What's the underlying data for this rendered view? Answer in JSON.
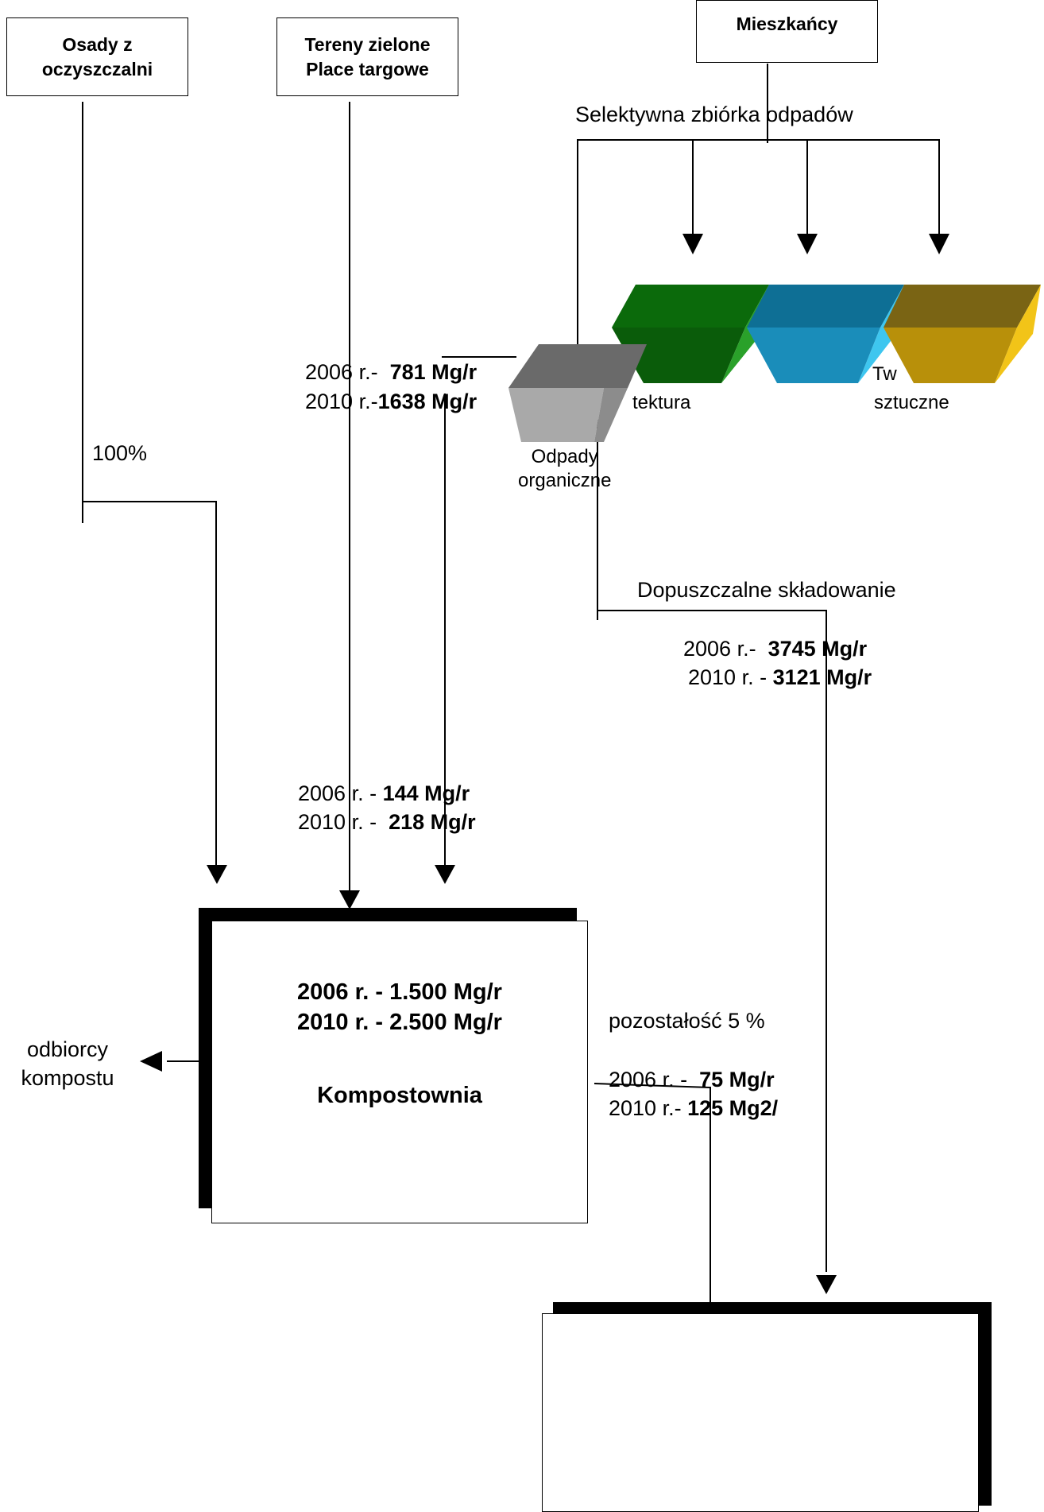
{
  "sources": {
    "osady": "Osady z\noczyszczalni",
    "tereny": "Tereny zielone\nPlace targowe",
    "mieszkancy": "Mieszkańcy"
  },
  "selective_collection": "Selektywna zbiórka odpadów",
  "bins": {
    "organic_label": "Odpady\norganiczne",
    "paper_label": "tektura",
    "plastic_top_label": "Tw",
    "plastic_label": "sztuczne",
    "colors": {
      "organic": "#8f8f8f",
      "paper": "#1e7a1e",
      "glass": "#1e8fb5",
      "plastic": "#b8900a"
    }
  },
  "percent_100": "100%",
  "organic_flow": {
    "y2006_prefix": "2006 r.-  ",
    "y2006_value": "781 Mg/r",
    "y2010_prefix": "2010 r.-",
    "y2010_value": "1638 Mg/r"
  },
  "green_flow": {
    "y2006_prefix": "2006 r. - ",
    "y2006_value": "144 Mg/r",
    "y2010_prefix": "2010 r. -  ",
    "y2010_value": "218 Mg/r"
  },
  "landfill_label": "Dopuszczalne składowanie",
  "landfill_flow": {
    "y2006_prefix": "2006 r.-  ",
    "y2006_value": "3745 Mg/r",
    "y2010_prefix": "2010 r. - ",
    "y2010_value": "3121 Mg/r"
  },
  "composting": {
    "line1": "2006 r. - 1.500 Mg/r",
    "line2": "2010 r. -  2.500 Mg/r",
    "name": "Kompostownia"
  },
  "compost_receivers": "odbiorcy\nkompostu",
  "residue": {
    "label": "pozostałość 5 %",
    "y2006_prefix": "2006 r. -  ",
    "y2006_value": "75 Mg/r",
    "y2010_prefix": "2010 r.- ",
    "y2010_value": "125 Mg2/"
  }
}
